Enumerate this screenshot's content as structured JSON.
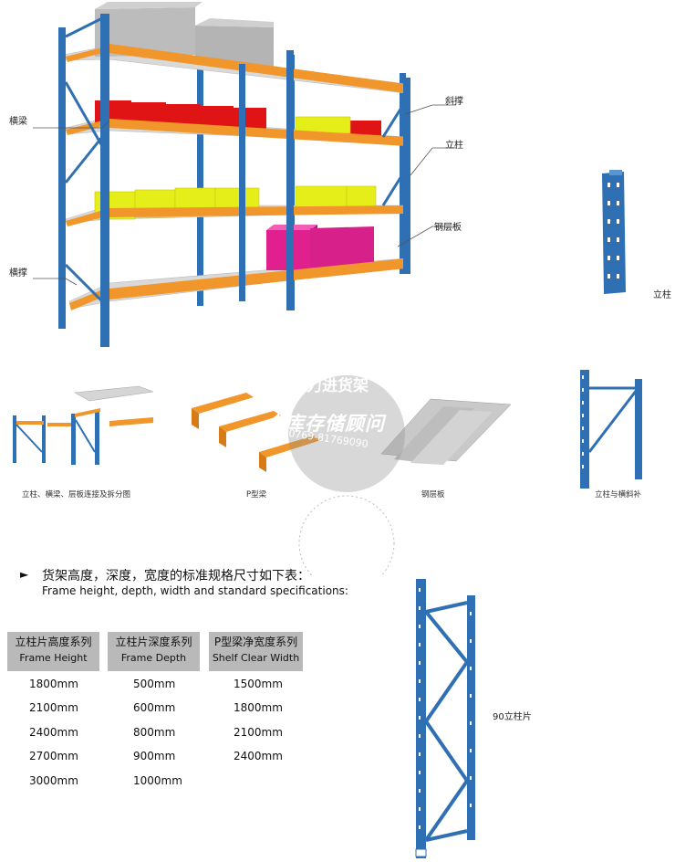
{
  "callouts": {
    "cross_beam": "横梁",
    "diagonal_brace": "斜撑",
    "upright": "立柱",
    "steel_shelf": "钢层板",
    "horizontal_brace": "横撑",
    "upright_side": "立柱"
  },
  "captions": {
    "exploded_view": "立柱、横梁、层板连接及拆分图",
    "p_beam": "P型梁",
    "steel_shelf": "钢层板",
    "upright_brace": "立柱与横斜补"
  },
  "watermark": {
    "line1": "力进货架",
    "line2": "仓库存储顾问",
    "phone": "0769-81769090"
  },
  "specs": {
    "bullet": "►",
    "title": "货架高度，深度，宽度的标准规格尺寸如下表：",
    "subtitle": "Frame height, depth, width and standard specifications:",
    "columns": [
      {
        "cn": "立柱片高度系列",
        "en": "Frame Height",
        "values": [
          "1800mm",
          "2100mm",
          "2400mm",
          "2700mm",
          "3000mm"
        ]
      },
      {
        "cn": "立柱片深度系列",
        "en": "Frame Depth",
        "values": [
          "500mm",
          "600mm",
          "800mm",
          "900mm",
          "1000mm"
        ]
      },
      {
        "cn": "P型梁净宽度系列",
        "en": "Shelf Clear Width",
        "values": [
          "1500mm",
          "1800mm",
          "2100mm",
          "2400mm"
        ]
      }
    ]
  },
  "frame_label": "90立柱片",
  "colors": {
    "upright_blue": "#2f6fb3",
    "beam_orange": "#f0962a",
    "shelf_grey": "#d6d6d6",
    "bin_red": "#e01414",
    "bin_yellow": "#e6ee1a",
    "box_pink": "#e0208f",
    "crate_grey": "#b8b8b8",
    "table_header": "#b9b9b9"
  }
}
